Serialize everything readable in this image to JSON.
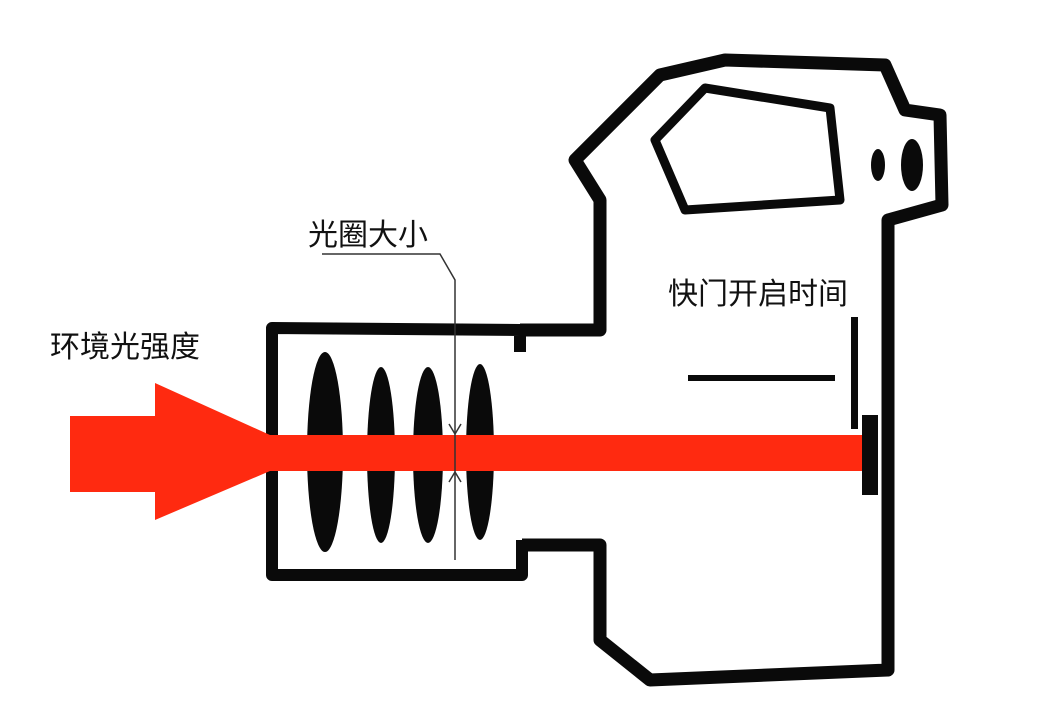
{
  "labels": {
    "ambient_light": "环境光强度",
    "aperture": "光圈大小",
    "shutter_time": "快门开启时间"
  },
  "colors": {
    "light_beam": "#ff2a10",
    "outline": "#0a0a0a",
    "background": "#ffffff"
  }
}
